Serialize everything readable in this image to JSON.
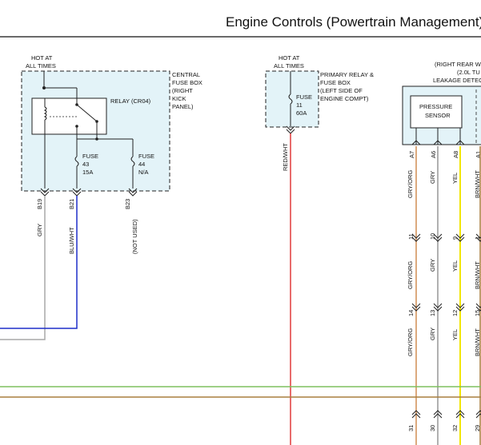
{
  "title": "Engine Controls (Powertrain Management) - A",
  "central_box": {
    "hot_at_line1": "HOT AT",
    "hot_at_line2": "ALL TIMES",
    "name_lines": [
      "CENTRAL",
      "FUSE BOX",
      "(RIGHT",
      "KICK",
      "PANEL)"
    ],
    "relay_label": "RELAY (CR04)",
    "fuse_a": [
      "FUSE",
      "43",
      "15A"
    ],
    "fuse_b": [
      "FUSE",
      "44",
      "N/A"
    ],
    "pins": [
      "B19",
      "B21",
      "B23"
    ]
  },
  "primary_box": {
    "hot_at_line1": "HOT AT",
    "hot_at_line2": "ALL TIMES",
    "name_lines": [
      "PRIMARY RELAY &",
      "FUSE BOX",
      "(LEFT SIDE OF",
      "ENGINE COMPT)"
    ],
    "fuse": [
      "FUSE",
      "11",
      "60A"
    ]
  },
  "right_box": {
    "header_lines": [
      "(RIGHT REAR W",
      "(2.0L TU",
      "LEAKAGE DETEC"
    ],
    "sensor_lines": [
      "PRESSURE",
      "SENSOR"
    ],
    "pins": [
      "A7",
      "A6",
      "A8",
      "A1"
    ]
  },
  "wire_labels": {
    "gry": "GRY",
    "blu_wht": "BLU/WHT",
    "not_used": "(NOT USED)",
    "red_wht": "RED/WHT",
    "gry_org": "GRY/ORG",
    "yel": "YEL",
    "brn_wht": "BRN/WHT"
  },
  "connector_pins": {
    "row1": [
      "11",
      "10",
      "9",
      "1"
    ],
    "row2": [
      "14",
      "13",
      "12",
      "15"
    ],
    "row3": [
      "31",
      "30",
      "32",
      "29"
    ]
  },
  "colors": {
    "gry": "#a8a8a8",
    "blu": "#1e2fc8",
    "red": "#e03a3a",
    "gry_org": "#d8a070",
    "yel": "#f2e600",
    "brn": "#a87f3f",
    "green": "#7fbf5f",
    "box_fill": "#e3f3f8"
  }
}
